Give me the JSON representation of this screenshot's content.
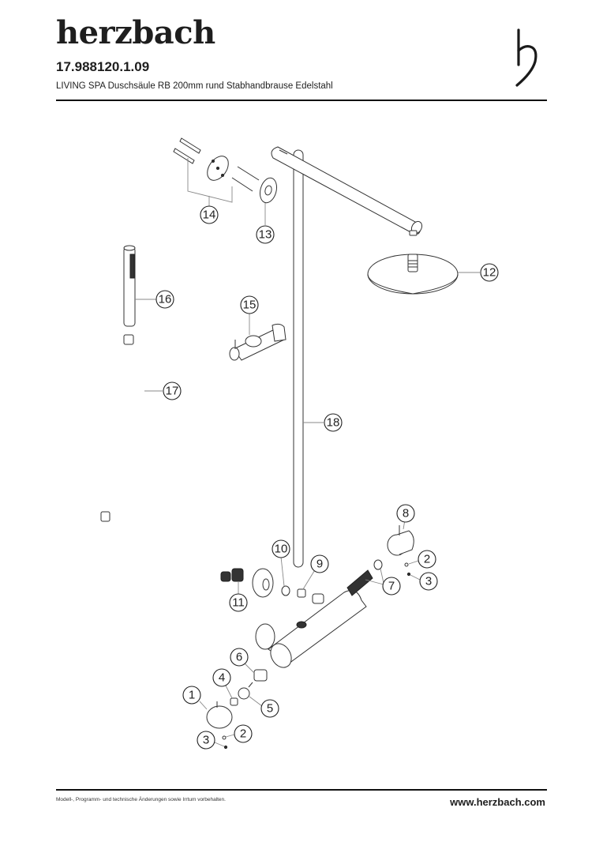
{
  "header": {
    "brand": "herzbach",
    "article_number": "17.988120.1.09",
    "description": "LIVING SPA Duschsäule RB 200mm rund Stabhandbrause Edelstahl",
    "logo_icon": "herzbach-h-logo-icon"
  },
  "drawing": {
    "title": "Exploded view parts diagram",
    "callouts": [
      {
        "id": "1",
        "label": "1"
      },
      {
        "id": "2a",
        "label": "2"
      },
      {
        "id": "2b",
        "label": "2"
      },
      {
        "id": "3a",
        "label": "3"
      },
      {
        "id": "3b",
        "label": "3"
      },
      {
        "id": "4",
        "label": "4"
      },
      {
        "id": "5",
        "label": "5"
      },
      {
        "id": "6",
        "label": "6"
      },
      {
        "id": "7",
        "label": "7"
      },
      {
        "id": "8",
        "label": "8"
      },
      {
        "id": "9",
        "label": "9"
      },
      {
        "id": "10",
        "label": "10"
      },
      {
        "id": "11",
        "label": "11"
      },
      {
        "id": "12",
        "label": "12"
      },
      {
        "id": "13",
        "label": "13"
      },
      {
        "id": "14",
        "label": "14"
      },
      {
        "id": "15",
        "label": "15"
      },
      {
        "id": "16",
        "label": "16"
      },
      {
        "id": "17",
        "label": "17"
      },
      {
        "id": "18",
        "label": "18"
      }
    ]
  },
  "footer": {
    "disclaimer": "Modell-, Programm- und technische Änderungen sowie Irrtum vorbehalten.",
    "website": "www.herzbach.com"
  }
}
